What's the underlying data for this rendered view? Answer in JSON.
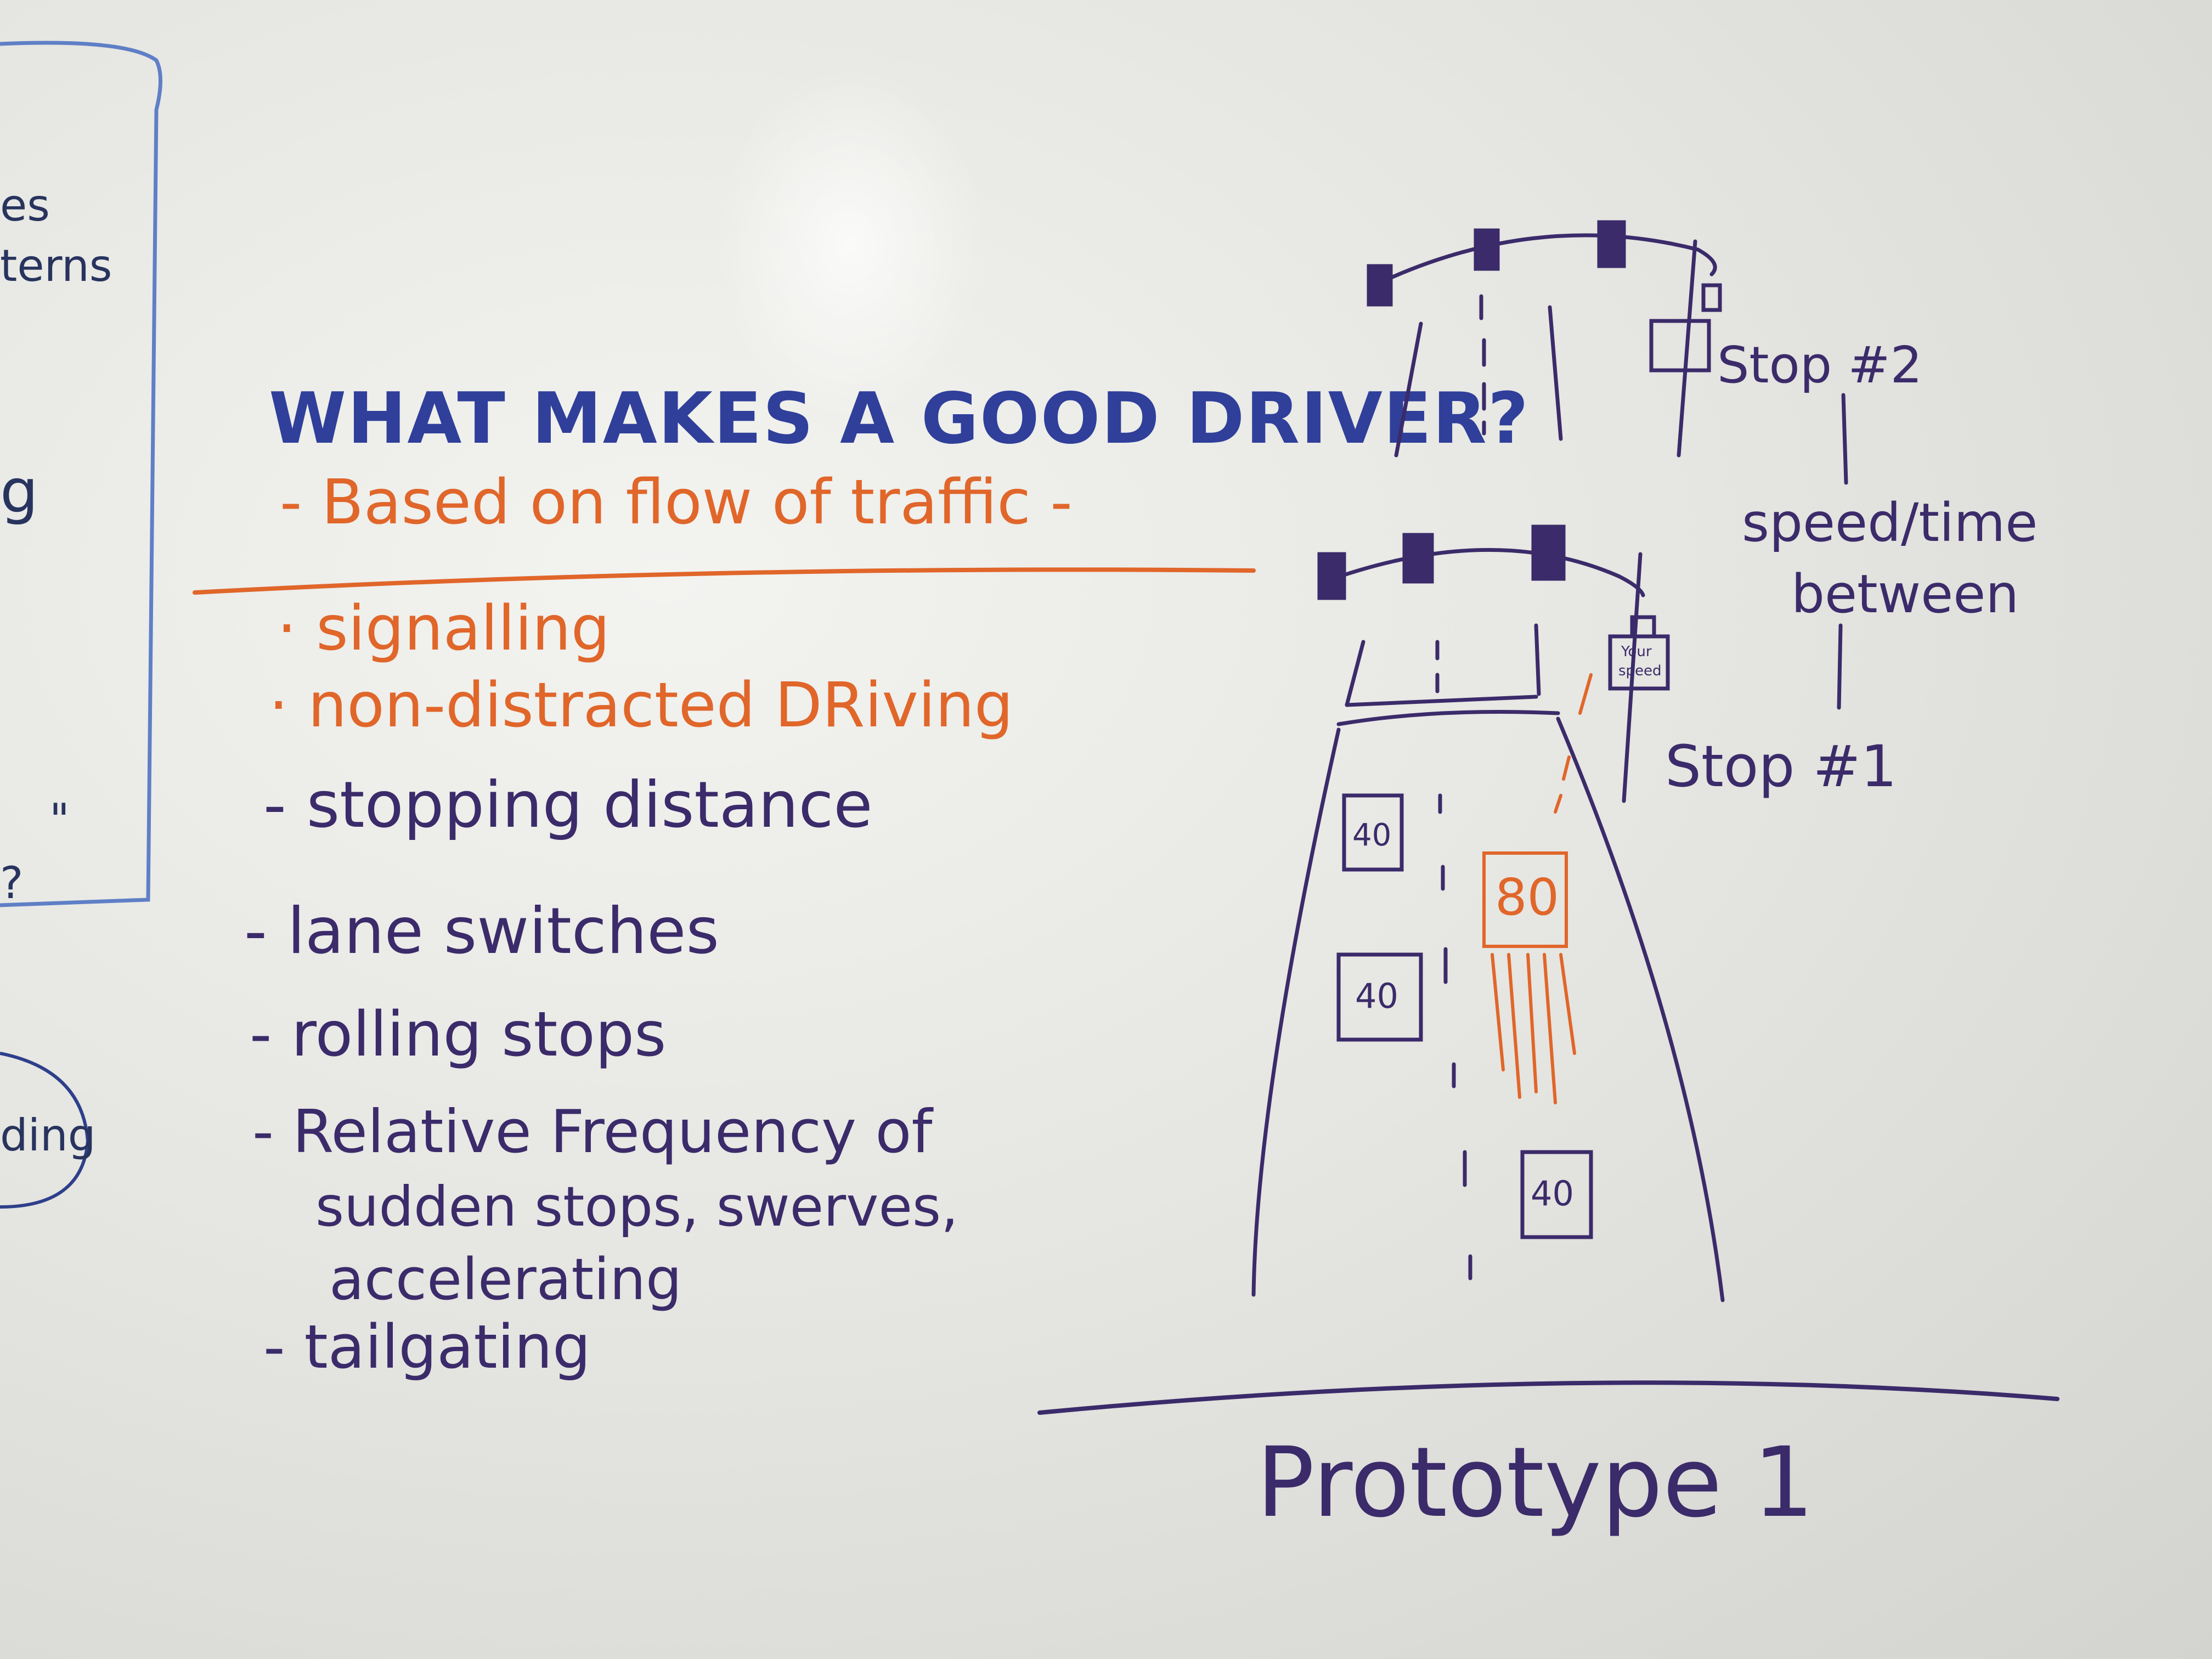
{
  "board": {
    "title": "WHAT MAKES A GOOD DRIVER?",
    "subtitle": "- Based on flow of traffic -",
    "items": [
      "· signalling",
      "· non-distracted DRiving",
      "- stopping distance",
      "- lane switches",
      "- rolling stops",
      "- Relative Frequency of",
      "sudden stops, swerves,",
      "accelerating",
      "- tailgating"
    ],
    "left_panel_fragments": [
      "es",
      "terns",
      "g",
      "\"",
      "?",
      "ding"
    ],
    "sketch": {
      "stop2_label": "Stop #2",
      "stop1_label": "Stop #1",
      "between_label_1": "speed/time",
      "between_label_2": "between",
      "sign_text_1": "Your",
      "sign_text_2": "speed",
      "speed_signs": [
        "40",
        "40",
        "40"
      ],
      "highlight_sign": "80"
    },
    "caption": "Prototype 1"
  },
  "colors": {
    "blue_marker": "#2f3f9a",
    "orange_marker": "#e0662a",
    "purple_marker": "#3b2b6a"
  }
}
